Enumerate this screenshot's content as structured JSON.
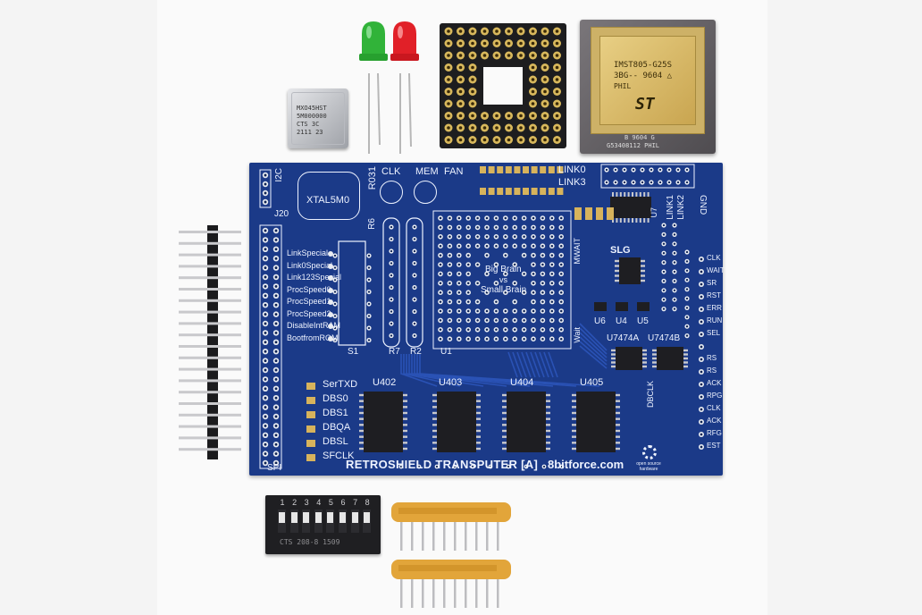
{
  "board": {
    "title": "RETROSHIELD TRANSPUTER [A]",
    "url": "8bitforce.com",
    "xtal": "XTAL5M0",
    "r031": "R031",
    "i2c": "I2C",
    "j20": "J20",
    "spi": "SPI",
    "clk": "CLK",
    "mem": "MEM",
    "fan": "FAN",
    "link0": "LINK0",
    "link3": "LINK3",
    "link1": "LINK1",
    "link2": "LINK2",
    "gnd": "GND",
    "u7": "U7",
    "slg": "SLG",
    "mwait": "MWAIT",
    "wait": "Wait",
    "proto_line1": "Big Brain",
    "proto_line2": "vs",
    "proto_line3": "Small Brain",
    "r6": "R6",
    "r7": "R7",
    "r2": "R2",
    "u1": "U1",
    "s1": "S1",
    "u6": "U6",
    "u4": "U4",
    "u5": "U5",
    "u7474a": "U7474A",
    "u7474b": "U7474B",
    "u402": "U402",
    "u403": "U403",
    "u404": "U404",
    "u405": "U405",
    "dbclk": "DBCLK",
    "osh": "open source hardware",
    "switch_labels": [
      "LinkSpecial",
      "Link0Special",
      "Link123Special",
      "ProcSpeed0",
      "ProcSpeed1",
      "ProcSpeed2",
      "DisableIntRAM",
      "BootfromROM"
    ],
    "dbg_labels": [
      "SerTXD",
      "DBS0",
      "DBS1",
      "DBQA",
      "DBSL",
      "SFCLK"
    ],
    "right_pins": [
      "CLK",
      "WAIT",
      "SR",
      "RST",
      "ERR",
      "RUN",
      "SEL",
      "",
      "RS",
      "RS",
      "ACK",
      "RPG",
      "CLK",
      "ACK",
      "RFG",
      "EST"
    ]
  },
  "oscillator": {
    "line1": "MXO45HST",
    "line2": "5M000000",
    "line3": "CTS  3C",
    "line4": "2111  23"
  },
  "cpu": {
    "line1": "IMST805-G25S",
    "line2": "3BG-- 9604 △",
    "line3": "PHIL",
    "line4": "B  9604  G",
    "line5": "G53408112 PHIL",
    "logo": "ST"
  },
  "dip_switch": {
    "text": "CTS 208-8    1509",
    "numbers": [
      "1",
      "2",
      "3",
      "4",
      "5",
      "6",
      "7",
      "8"
    ]
  },
  "colors": {
    "pcb": "#1b3a88",
    "silk": "#eef3ff",
    "gold": "#d7b35c",
    "chip": "#1e1e22"
  }
}
